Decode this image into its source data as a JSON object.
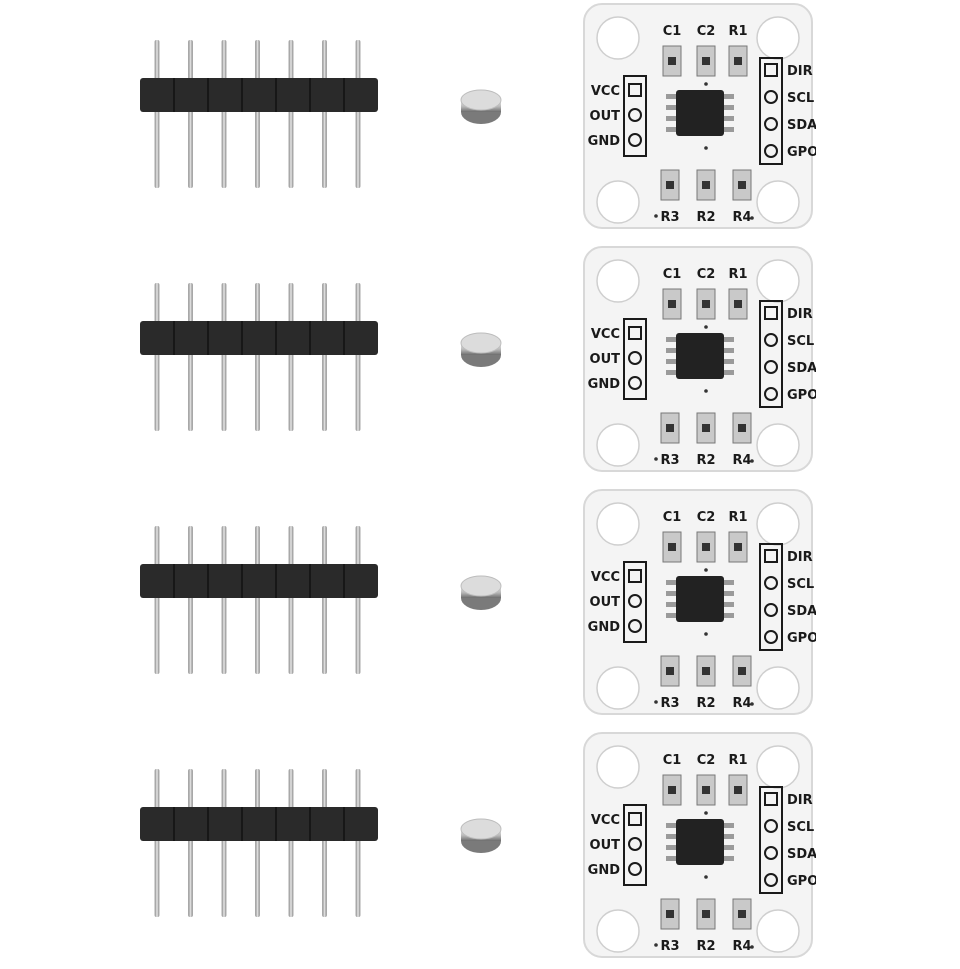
{
  "kit_count": 4,
  "pin_header": {
    "pin_count": 7
  },
  "board": {
    "caps": [
      "C1",
      "C2"
    ],
    "resistors_top": [
      "R1"
    ],
    "resistors_bottom": [
      "R3",
      "R2",
      "R4"
    ],
    "left_pins": [
      "VCC",
      "OUT",
      "GND"
    ],
    "right_pins": [
      "DIR",
      "SCL",
      "SDA",
      "GPO"
    ]
  },
  "colors": {
    "pcb": "#f4f4f4",
    "pcb_edge": "#d8d8d8",
    "silkscreen": "#1a1a1a",
    "header_plastic": "#2a2a2a",
    "pin_metal": "#a8a8a8",
    "chip": "#222222",
    "pad": "#c9c9c9",
    "magnet": "#b8b8b8"
  }
}
